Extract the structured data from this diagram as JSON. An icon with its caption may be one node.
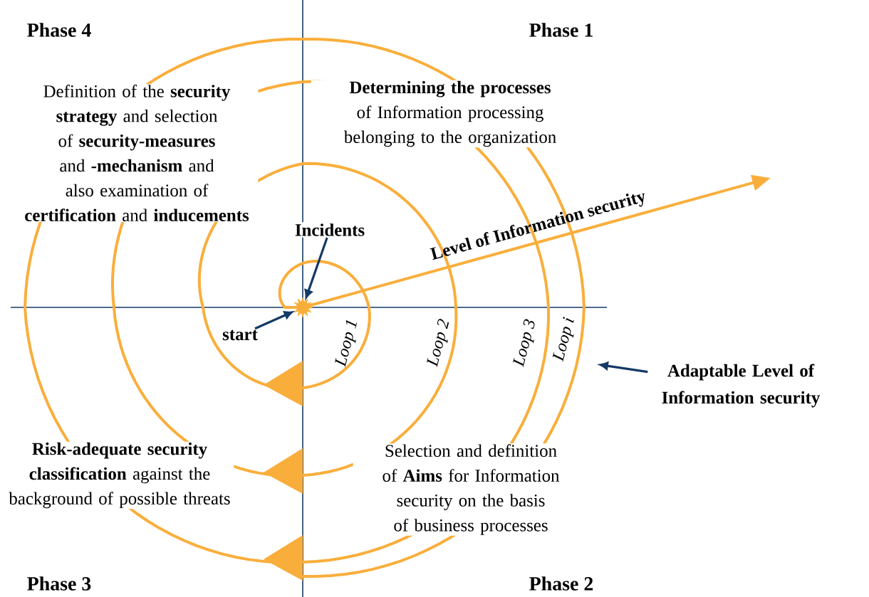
{
  "diagram": {
    "nodes": [
      {
        "text": [
          "Incidents"
        ]
      },
      {
        "text": [
          "start"
        ]
      },
      {
        "text": [],
        "shape": "star"
      },
      {
        "text": [
          "Adaptable Level of Information security"
        ]
      }
    ],
    "edges": [
      {
        "from": 0,
        "to": 2,
        "arrow": "to"
      },
      {
        "from": 1,
        "to": 2,
        "arrow": "to"
      },
      {
        "from": 3,
        "to": null,
        "arrow": "to"
      }
    ],
    "labels": [
      "Phase 4",
      "Phase 1",
      "Definition of the **security strategy** and selection of **security-measures** and **-mechanism** and also examination of **certification** and **inducements**",
      "**Determining the processes** of Information processing belonging to the organization",
      "Level of Information security",
      "Loop 1",
      "Loop 2",
      "Loop 3",
      "Loop i",
      "**Risk-adequate security classification** against the background of possible threats",
      "Selection and definition of **Aims** for Information security on the basis of business processes",
      "Phase 3",
      "Phase 2"
    ]
  }
}
